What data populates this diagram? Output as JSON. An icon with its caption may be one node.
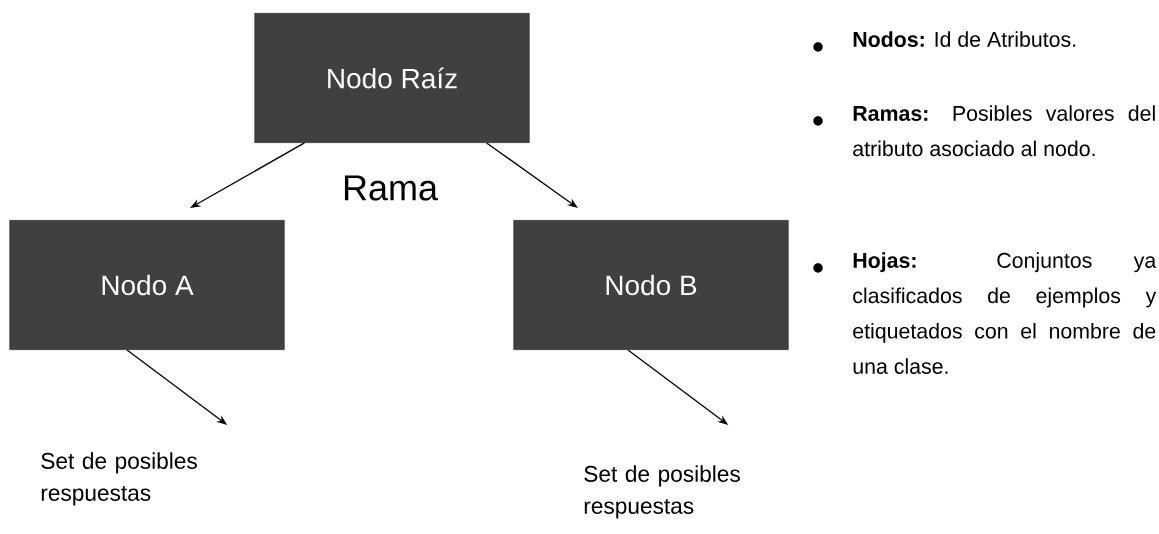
{
  "diagram": {
    "nodes": [
      {
        "text": [
          "Nodo Raíz"
        ]
      },
      {
        "text": [
          "Nodo A"
        ]
      },
      {
        "text": [
          "Nodo B"
        ]
      },
      {
        "text": [
          "Set de posibles respuestas"
        ]
      },
      {
        "text": [
          "Set de posibles respuestas"
        ]
      }
    ],
    "edges": [
      {
        "from": 0,
        "to": 1,
        "arrow": "to"
      },
      {
        "from": 0,
        "to": 2,
        "arrow": "to"
      },
      {
        "from": 1,
        "to": 3,
        "arrow": "to"
      },
      {
        "from": 2,
        "to": 4,
        "arrow": "to"
      }
    ],
    "labels": [
      "Rama",
      "**Nodos:** Id de Atributos.",
      "**Ramas:** Posibles valores del atributo asociado al nodo.",
      "**Hojas:** Conjuntos ya clasificados de ejemplos y etiquetados con el nombre de una clase."
    ]
  }
}
